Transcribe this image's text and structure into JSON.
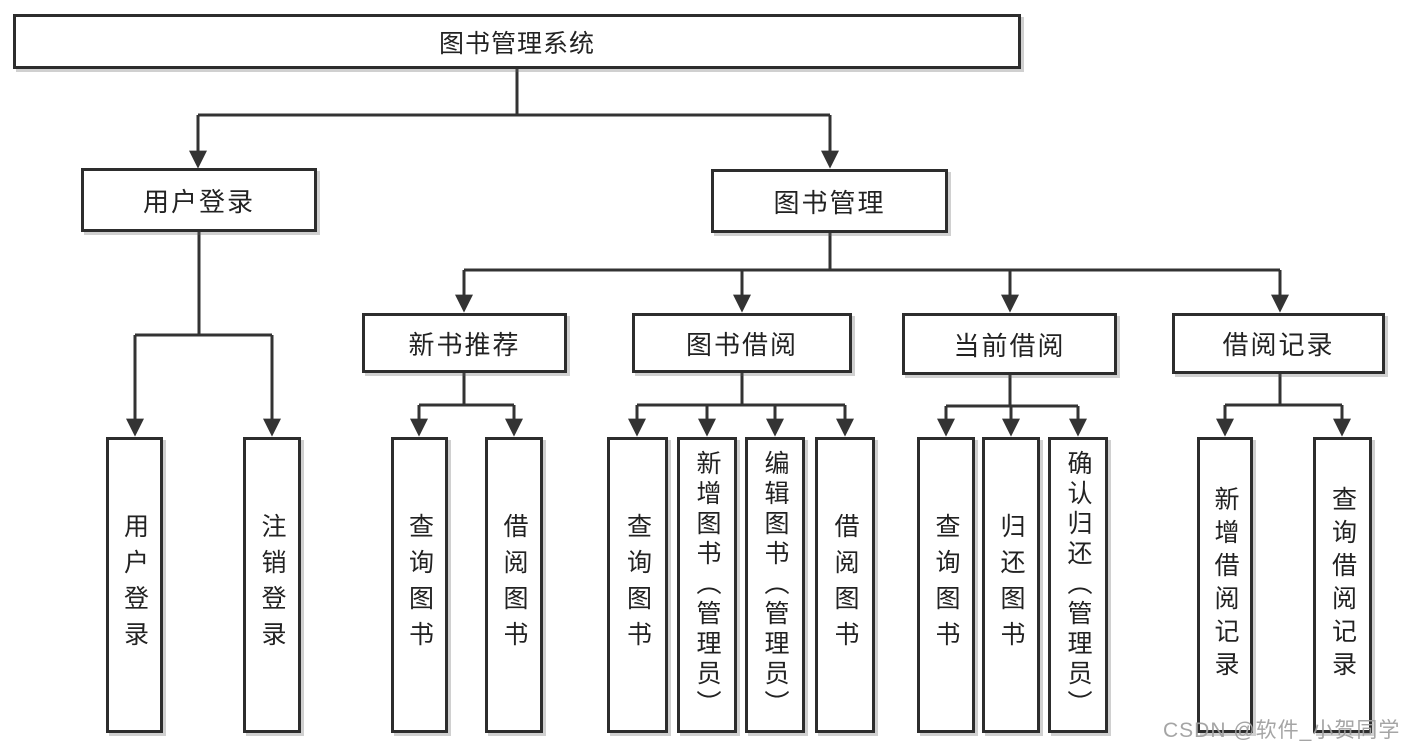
{
  "tree": {
    "label": "图书管理系统",
    "children": [
      {
        "label": "用户登录",
        "children": [
          {
            "label": "用户登录"
          },
          {
            "label": "注销登录"
          }
        ]
      },
      {
        "label": "图书管理",
        "children": [
          {
            "label": "新书推荐",
            "children": [
              {
                "label": "查询图书"
              },
              {
                "label": "借阅图书"
              }
            ]
          },
          {
            "label": "图书借阅",
            "children": [
              {
                "label": "查询图书"
              },
              {
                "label": "新增图书（管理员）"
              },
              {
                "label": "编辑图书（管理员）"
              },
              {
                "label": "借阅图书"
              }
            ]
          },
          {
            "label": "当前借阅",
            "children": [
              {
                "label": "查询图书"
              },
              {
                "label": "归还图书"
              },
              {
                "label": "确认归还（管理员）"
              }
            ]
          },
          {
            "label": "借阅记录",
            "children": [
              {
                "label": "新增借阅记录"
              },
              {
                "label": "查询借阅记录"
              }
            ]
          }
        ]
      }
    ]
  },
  "watermark": "CSDN @软件_小贺同学",
  "colors": {
    "line": "#333333",
    "box_border": "#2d2d2d",
    "text": "#222222",
    "watermark": "#a0a0a0",
    "background": "#ffffff"
  }
}
